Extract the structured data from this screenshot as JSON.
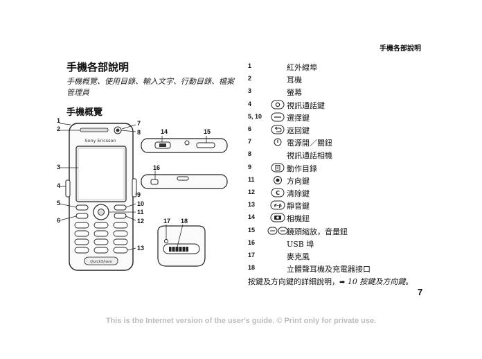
{
  "header": {
    "title": "手機各部說明"
  },
  "section": {
    "title": "手機各部說明",
    "subtitle": "手機概覽、使用目錄、輸入文字、行動目錄、檔案管理員",
    "overview_title": "手機概覽"
  },
  "phone": {
    "brand": "Sony Ericsson",
    "quickshare": "QuickShare",
    "callouts": [
      "1",
      "2",
      "3",
      "4",
      "5",
      "6",
      "7",
      "8",
      "9",
      "10",
      "11",
      "12",
      "13",
      "14",
      "15",
      "16",
      "17",
      "18"
    ]
  },
  "legend": [
    {
      "num": "1",
      "icon": "",
      "text": "紅外線埠"
    },
    {
      "num": "2",
      "icon": "",
      "text": "耳機"
    },
    {
      "num": "3",
      "icon": "",
      "text": "螢幕"
    },
    {
      "num": "4",
      "icon": "video-call-key-icon",
      "text": "視訊通話鍵"
    },
    {
      "num": "5, 10",
      "icon": "selection-key-icon",
      "text": "選擇鍵"
    },
    {
      "num": "6",
      "icon": "back-key-icon",
      "text": "返回鍵"
    },
    {
      "num": "7",
      "icon": "power-key-icon",
      "text": "電源開／關鈕"
    },
    {
      "num": "8",
      "icon": "",
      "text": "視訊通話相機"
    },
    {
      "num": "9",
      "icon": "activity-menu-key-icon",
      "text": "動作目錄"
    },
    {
      "num": "11",
      "icon": "navigation-key-icon",
      "text": "方向鍵"
    },
    {
      "num": "12",
      "icon": "clear-key-icon",
      "text": "清除鍵"
    },
    {
      "num": "13",
      "icon": "silent-key-icon",
      "text": "靜音鍵"
    },
    {
      "num": "14",
      "icon": "camera-key-icon",
      "text": "相機鈕"
    },
    {
      "num": "15",
      "icon": "zoom-volume-key-icon",
      "text": "鏡頭縮放，音量鈕"
    },
    {
      "num": "16",
      "icon": "",
      "text": "USB 埠"
    },
    {
      "num": "17",
      "icon": "",
      "text": "麥克風"
    },
    {
      "num": "18",
      "icon": "",
      "text": "立體聲耳機及充電器接口"
    }
  ],
  "footnote": {
    "text": "按鍵及方向鍵的詳細說明，",
    "arrow": "➡",
    "ref": "10 按鍵及方向鍵",
    "end": "。"
  },
  "page_number": "7",
  "disclaimer": "This is the Internet version of the user's guide. © Print only for private use."
}
